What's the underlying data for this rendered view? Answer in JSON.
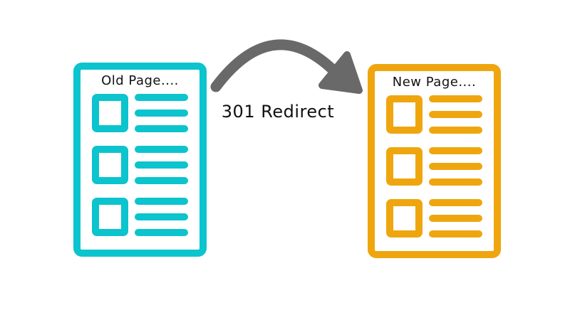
{
  "diagram": {
    "old_page": {
      "title": "Old Page...."
    },
    "new_page": {
      "title": "New Page...."
    },
    "redirect_label": "301 Redirect"
  },
  "colors": {
    "old_page": "#0bc4cd",
    "new_page": "#efa60e",
    "arrow": "#696969",
    "text": "#111111",
    "background": "#ffffff"
  }
}
